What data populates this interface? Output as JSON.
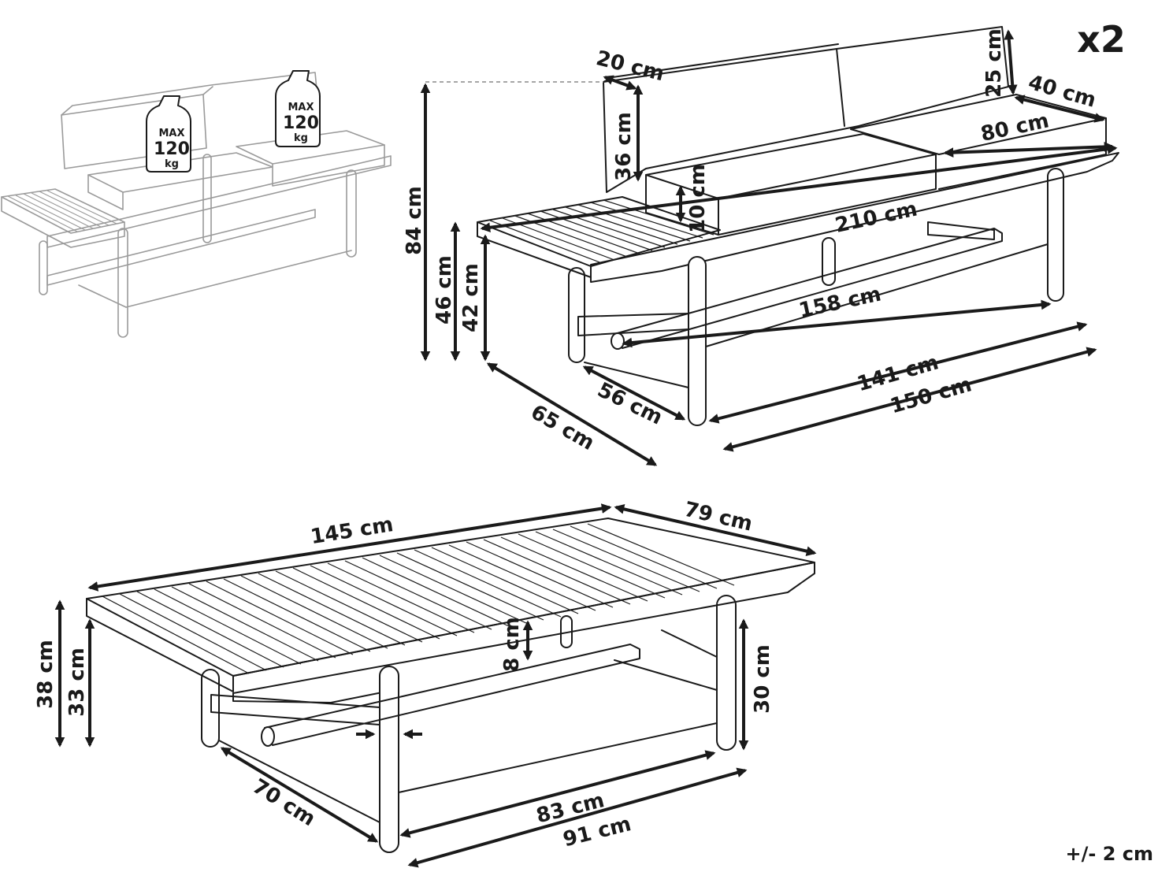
{
  "quantity": "x2",
  "tolerance": "+/- 2 cm",
  "load_badges": [
    {
      "max": "MAX",
      "value": "120",
      "unit": "kg"
    },
    {
      "max": "MAX",
      "value": "120",
      "unit": "kg"
    }
  ],
  "sofa_dimensions": {
    "total_height": "84 cm",
    "seat_height": "46 cm",
    "side_table_height": "42 cm",
    "back_cushion_depth": "20 cm",
    "back_cushion_height": "36 cm",
    "back_top_height": "25 cm",
    "armrest_depth": "40 cm",
    "seat_cushion_width": "80 cm",
    "seat_cushion_thickness": "10 cm",
    "total_width": "210 cm",
    "inner_leg_span": "158 cm",
    "leg_span": "141 cm",
    "base_width": "150 cm",
    "leg_depth": "56 cm",
    "total_depth": "65 cm"
  },
  "table_dimensions": {
    "top_length": "145 cm",
    "top_depth": "79 cm",
    "total_height": "38 cm",
    "top_height": "33 cm",
    "apron_height": "8 cm",
    "leg_height": "30 cm",
    "leg_depth": "70 cm",
    "leg_span": "83 cm",
    "base_length": "91 cm"
  }
}
